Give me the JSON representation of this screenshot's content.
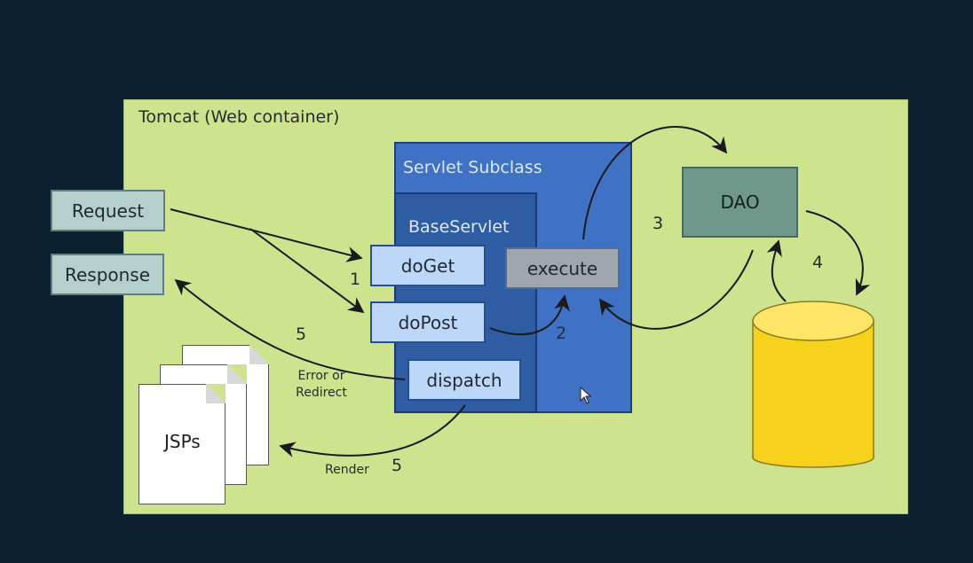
{
  "container": {
    "title": "Tomcat (Web container)"
  },
  "request": {
    "label": "Request"
  },
  "response": {
    "label": "Response"
  },
  "servlet_subclass": {
    "title": "Servlet Subclass"
  },
  "base_servlet": {
    "title": "BaseServlet"
  },
  "methods": {
    "do_get": "doGet",
    "do_post": "doPost",
    "dispatch": "dispatch",
    "execute": "execute"
  },
  "dao": {
    "label": "DAO"
  },
  "jsps": {
    "label": "JSPs"
  },
  "steps": {
    "s1": "1",
    "s2": "2",
    "s3": "3",
    "s4": "4",
    "s5a": "5",
    "s5b": "5"
  },
  "annotations": {
    "error_or": "Error or",
    "redirect": "Redirect",
    "render": "Render"
  },
  "colors": {
    "background": "#0c2230",
    "container": "#cee38e",
    "servlet_subclass": "#3f72c4",
    "base_servlet": "#2e5da3",
    "database": "#f7d21c"
  }
}
